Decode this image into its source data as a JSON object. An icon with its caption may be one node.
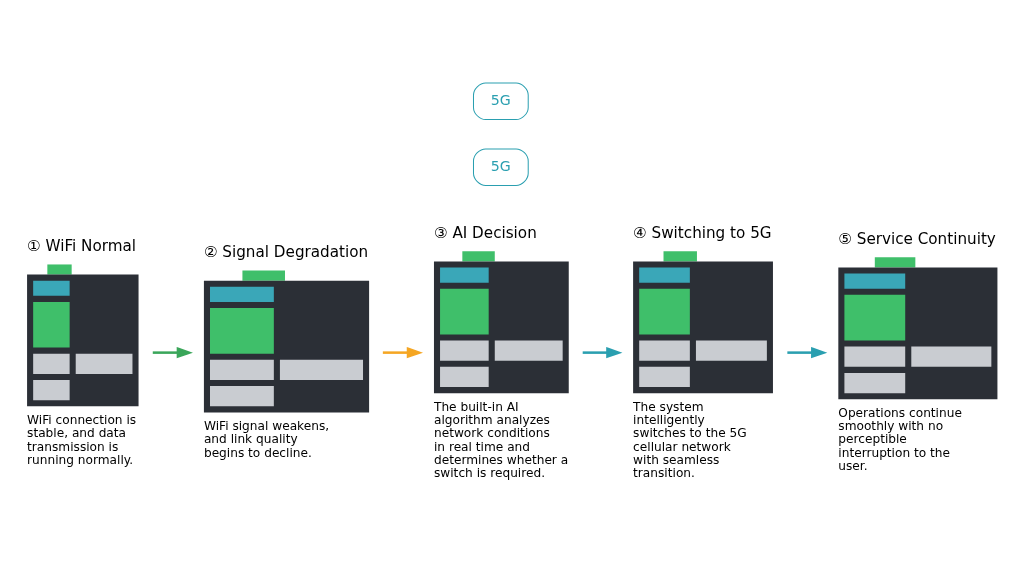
{
  "diagram": {
    "nodes": [
      {
        "text": [],
        "shape": "picture",
        "beside": [
          "① WiFi Normal",
          "WiFi connection is stable, and data transmission is running normally."
        ]
      },
      {
        "text": [],
        "shape": "picture",
        "beside": [
          "② Signal Degradation",
          "WiFi signal weakens, and link quality begins to decline."
        ]
      },
      {
        "text": [],
        "shape": "picture",
        "beside": [
          "③ AI Decision",
          "The built-in AI algorithm analyzes network conditions in real time and determines whether a switch is required."
        ]
      },
      {
        "text": [],
        "shape": "picture",
        "beside": [
          "④ Switching to 5G",
          "The system intelligently switches to the 5G cellular network with seamless transition."
        ]
      },
      {
        "text": [],
        "shape": "picture",
        "beside": [
          "⑤ Service Continuity",
          "Operations continue smoothly with no perceptible interruption to the user."
        ]
      }
    ],
    "edges": [
      {
        "from": 0,
        "to": 1,
        "arrow": "to",
        "color": "#3aa65a"
      },
      {
        "from": 1,
        "to": 2,
        "arrow": "to",
        "color": "#f5a623"
      },
      {
        "from": 2,
        "to": 3,
        "arrow": "to",
        "color": "#2a9fb0"
      },
      {
        "from": 3,
        "to": 4,
        "arrow": "to",
        "color": "#2a9fb0"
      }
    ],
    "labels": [
      "5G",
      "5G"
    ]
  }
}
